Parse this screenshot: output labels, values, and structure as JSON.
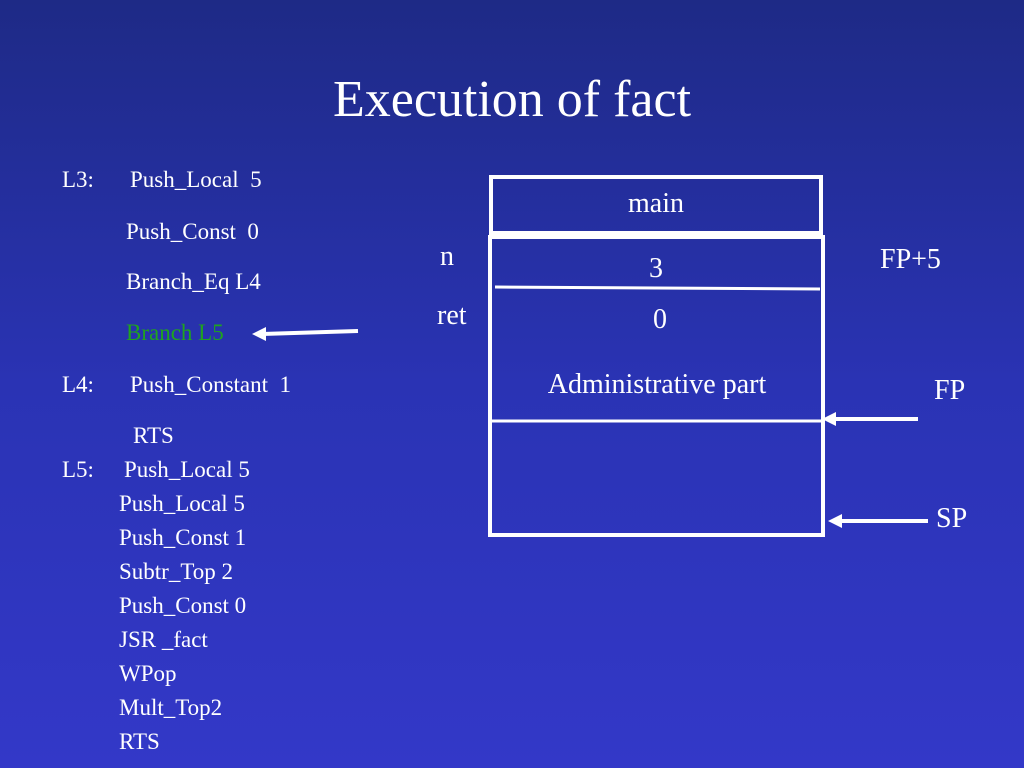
{
  "title": "Execution of fact",
  "code": [
    {
      "label": "L3:",
      "instr": "Push_Local  5"
    },
    {
      "label": "",
      "instr": "Push_Const  0"
    },
    {
      "label": "",
      "instr": "Branch_Eq L4"
    },
    {
      "label": "",
      "instr": "Branch L5",
      "highlight": true
    },
    {
      "label": "L4:",
      "instr": "Push_Constant  1"
    },
    {
      "label": "",
      "instr": "RTS"
    },
    {
      "label": "L5:",
      "instr": "Push_Local 5"
    },
    {
      "label": "",
      "instr": "Push_Local 5"
    },
    {
      "label": "",
      "instr": "Push_Const 1"
    },
    {
      "label": "",
      "instr": "Subtr_Top 2"
    },
    {
      "label": "",
      "instr": "Push_Const 0"
    },
    {
      "label": "",
      "instr": "JSR _fact"
    },
    {
      "label": "",
      "instr": "WPop"
    },
    {
      "label": "",
      "instr": "Mult_Top2"
    },
    {
      "label": "",
      "instr": "RTS"
    }
  ],
  "stack": {
    "main": "main",
    "n_label": "n",
    "n_value": "3",
    "ret_label": "ret",
    "ret_value": "0",
    "admin": "Administrative part"
  },
  "pointers": {
    "fp5": "FP+5",
    "fp": "FP",
    "sp": "SP"
  },
  "colors": {
    "highlight": "#1fa31f",
    "text": "#ffffff"
  }
}
